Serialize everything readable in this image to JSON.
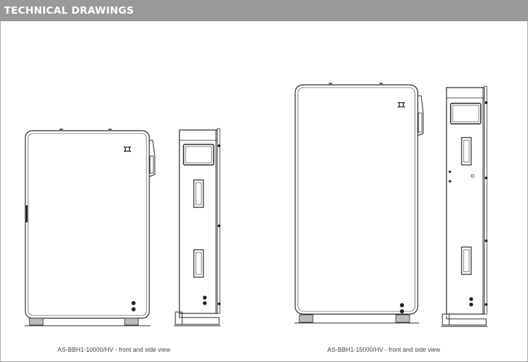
{
  "header": {
    "title": "TECHNICAL DRAWINGS",
    "background": "#999999",
    "text_color": "#ffffff"
  },
  "drawings": [
    {
      "caption": "AS-BBH1-10000/HV - front and side view"
    },
    {
      "caption": "AS-BBH1-15000/HV - front and side view"
    }
  ],
  "colors": {
    "line": "#222222",
    "border": "#a7a7a7"
  }
}
